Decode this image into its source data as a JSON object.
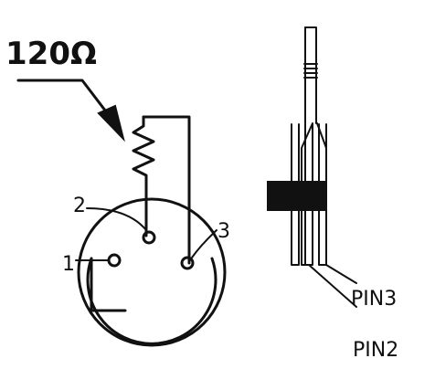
{
  "resistor_label": "120Ω",
  "pin_numbers": {
    "pin1": "1",
    "pin2": "2",
    "pin3": "3"
  },
  "pin_labels": {
    "pin3": "PIN3",
    "pin2": "PIN2"
  },
  "colors": {
    "ink": "#111111",
    "background": "#ffffff"
  }
}
